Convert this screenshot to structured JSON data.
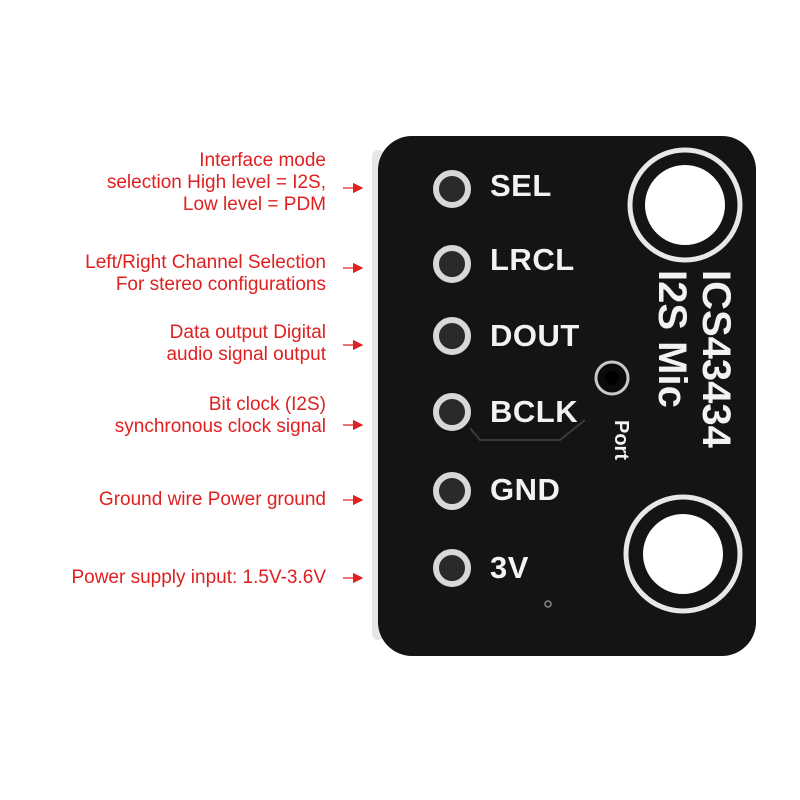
{
  "annotations": [
    {
      "lines": [
        "Interface mode",
        "selection High level = I2S,",
        "Low level = PDM"
      ]
    },
    {
      "lines": [
        "Left/Right Channel Selection",
        "For stereo configurations"
      ]
    },
    {
      "lines": [
        "Data output Digital",
        "audio signal output"
      ]
    },
    {
      "lines": [
        "Bit clock (I2S)",
        "synchronous clock signal"
      ]
    },
    {
      "lines": [
        "Ground wire Power ground"
      ]
    },
    {
      "lines": [
        "Power supply input: 1.5V-3.6V"
      ]
    }
  ],
  "board": {
    "pins": [
      "SEL",
      "LRCL",
      "DOUT",
      "BCLK",
      "GND",
      "3V"
    ],
    "title_lines": [
      "ICS43434",
      "I2S Mic"
    ],
    "port_label": "Port"
  },
  "colors": {
    "annotation": "#e02020",
    "board": "#141414",
    "silkscreen": "#f2f2f2"
  }
}
